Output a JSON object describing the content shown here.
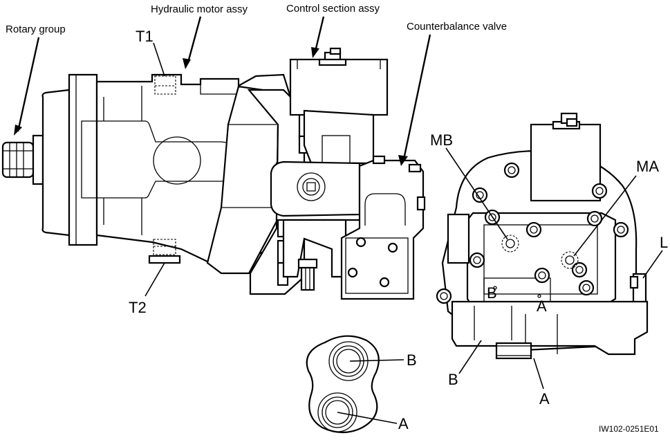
{
  "labels": {
    "rotary_group": "Rotary group",
    "hydraulic_motor_assy": "Hydraulic motor assy",
    "control_section_assy": "Control section assy",
    "counterbalance_valve": "Counterbalance valve",
    "t1": "T1",
    "t2": "T2",
    "mb": "MB",
    "ma": "MA",
    "l": "L",
    "b_side": "B",
    "a_side": "A",
    "b_port": "B",
    "a_port": "A",
    "block_b": "B",
    "block_a": "A",
    "figure_code": "IW102-0251E01"
  }
}
